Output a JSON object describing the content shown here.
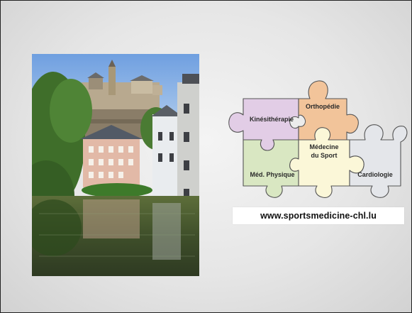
{
  "puzzle": {
    "pieces": [
      {
        "label": "Kinésithérapie",
        "color": "#e2cde6"
      },
      {
        "label": "Orthopédie",
        "color": "#f2c49a"
      },
      {
        "label_line1": "Médecine",
        "label_line2": "du Sport",
        "color": "#fbf7d8"
      },
      {
        "label": "Méd. Physique",
        "color": "#d9e7c2"
      },
      {
        "label": "Cardiologie",
        "color": "#e4e6ea"
      }
    ]
  },
  "website": {
    "url": "www.sportsmedicine-chl.lu"
  }
}
